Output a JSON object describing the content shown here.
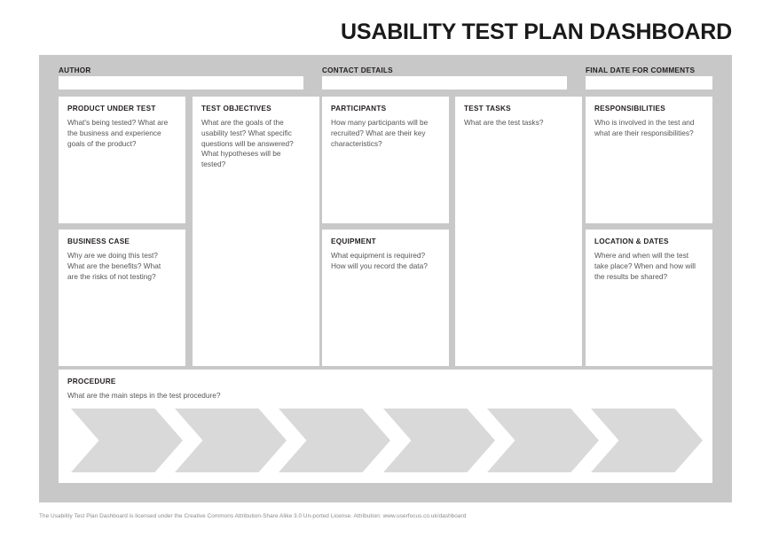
{
  "title": "USABILITY TEST PLAN DASHBOARD",
  "header": {
    "fields": [
      {
        "label": "AUTHOR",
        "value": ""
      },
      {
        "label": "CONTACT DETAILS",
        "value": ""
      },
      {
        "label": "FINAL DATE FOR COMMENTS",
        "value": ""
      }
    ]
  },
  "cards": [
    {
      "title": "PRODUCT UNDER TEST",
      "body": "What's being tested? What are the business and experience goals of the product?"
    },
    {
      "title": "TEST OBJECTIVES",
      "body": "What are the goals of the usability test? What specific questions will be answered? What hypotheses will be tested?"
    },
    {
      "title": "PARTICIPANTS",
      "body": "How many participants will be recruited? What are their key characteristics?"
    },
    {
      "title": "TEST TASKS",
      "body": "What are the test tasks?"
    },
    {
      "title": "RESPONSIBILITIES",
      "body": "Who is involved in the test and what are their responsibilities?"
    },
    {
      "title": "BUSINESS CASE",
      "body": "Why are we doing this test? What are the benefits? What are the risks of not testing?"
    },
    {
      "title": "EQUIPMENT",
      "body": "What equipment is required? How will you record the data?"
    },
    {
      "title": "LOCATION & DATES",
      "body": "Where and when will the test take place? When and how will the results be shared?"
    }
  ],
  "procedure": {
    "title": "PROCEDURE",
    "body": "What are the main steps in the test procedure?",
    "step_count": 6
  },
  "footer": {
    "text": "The Usability Test Plan Dashboard is licensed under the Creative Commons Attribution-Share Alike 3.0 Un-ported License. Attribution: www.userfocus.co.uk/dashboard"
  },
  "colors": {
    "board": "#c8c8c8",
    "card": "#ffffff",
    "chevron": "#d9d9d9",
    "title": "#1a1a1a",
    "body_text": "#555555",
    "footer_text": "#8a8a8a"
  }
}
